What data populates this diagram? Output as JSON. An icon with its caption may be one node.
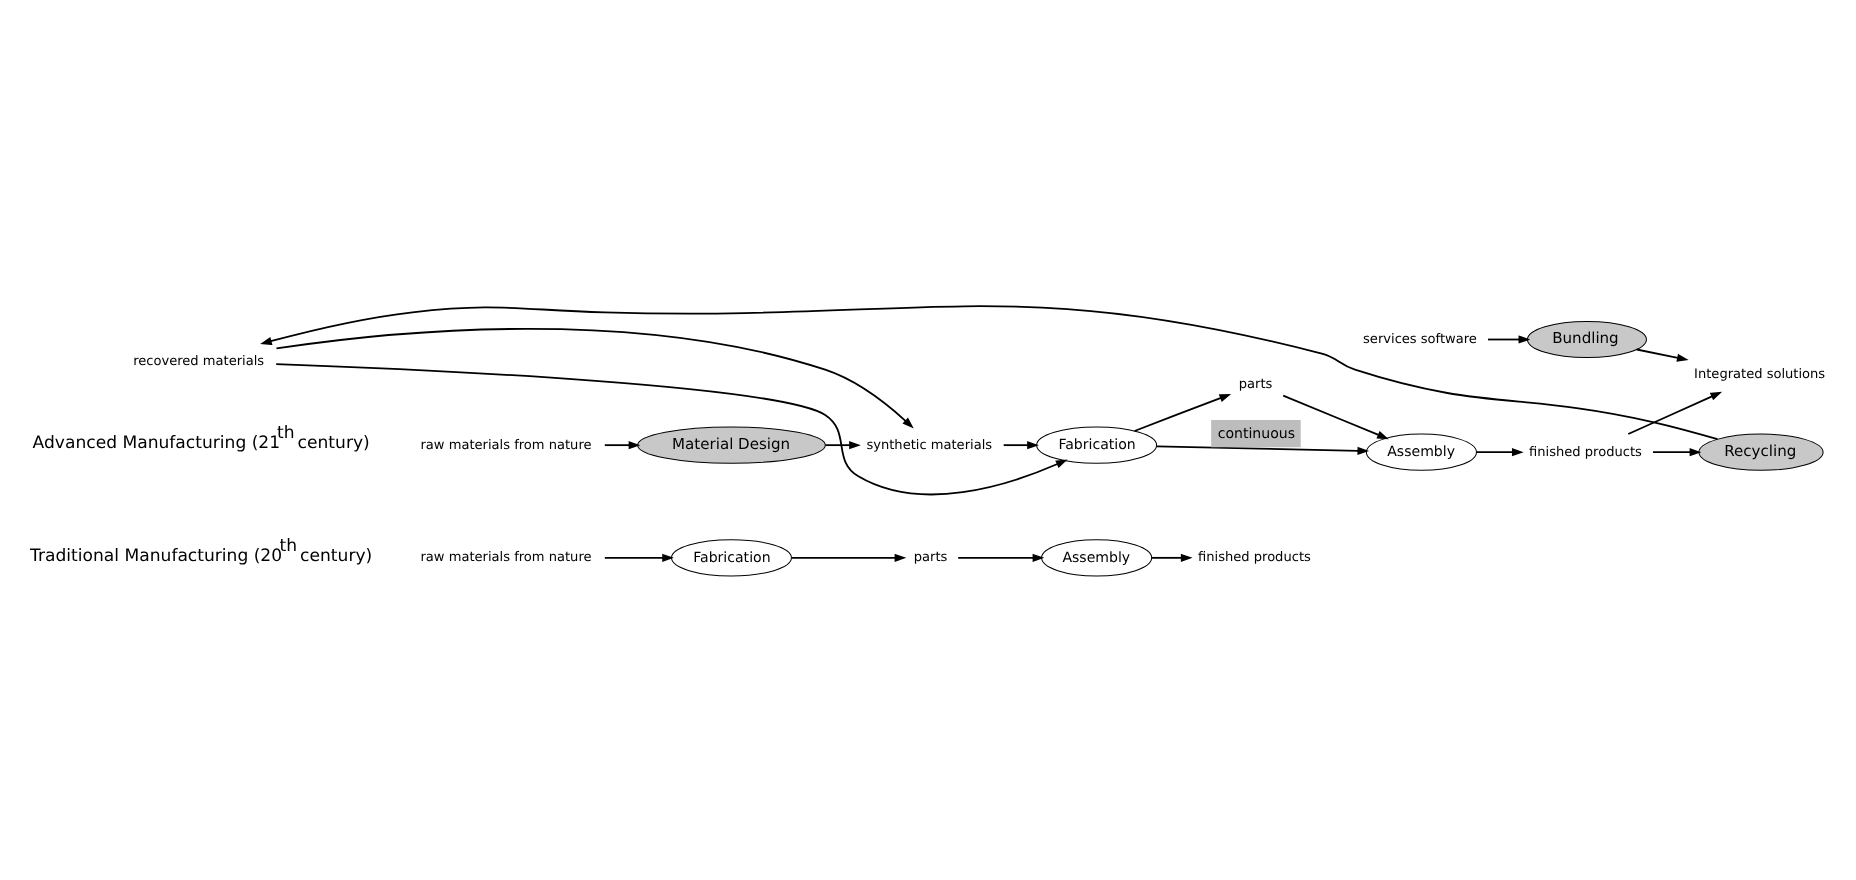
{
  "diagram": {
    "nodes": [
      {
        "text": [
          "raw materials from nature"
        ]
      },
      {
        "text": [
          "Fabrication"
        ]
      },
      {
        "text": [
          "parts"
        ]
      },
      {
        "text": [
          "Assembly"
        ]
      },
      {
        "text": [
          "finished products"
        ]
      },
      {
        "text": [
          "raw materials from nature"
        ]
      },
      {
        "text": [
          "Material Design"
        ]
      },
      {
        "text": [
          "synthetic materials"
        ]
      },
      {
        "text": [
          "Fabrication"
        ]
      },
      {
        "text": [
          "parts"
        ]
      },
      {
        "text": [
          "Assembly"
        ]
      },
      {
        "text": [
          "finished products"
        ]
      },
      {
        "text": [
          "services software"
        ]
      },
      {
        "text": [
          "Bundling"
        ]
      },
      {
        "text": [
          "Integrated solutions"
        ]
      },
      {
        "text": [
          "Recycling"
        ]
      },
      {
        "text": [
          "recovered materials"
        ]
      }
    ],
    "edges": [
      {
        "from": 0,
        "to": 1,
        "arrow": "to"
      },
      {
        "from": 1,
        "to": 2,
        "arrow": "to"
      },
      {
        "from": 2,
        "to": 3,
        "arrow": "to"
      },
      {
        "from": 3,
        "to": 4,
        "arrow": "to"
      },
      {
        "from": 5,
        "to": 6,
        "arrow": "to"
      },
      {
        "from": 6,
        "to": 7,
        "arrow": "to"
      },
      {
        "from": 7,
        "to": 8,
        "arrow": "to"
      },
      {
        "from": 8,
        "to": 9,
        "arrow": "to"
      },
      {
        "from": 9,
        "to": 10,
        "arrow": "to"
      },
      {
        "from": 8,
        "to": 10,
        "arrow": "to",
        "label": "continuous"
      },
      {
        "from": 10,
        "to": 11,
        "arrow": "to"
      },
      {
        "from": 12,
        "to": 13,
        "arrow": "to"
      },
      {
        "from": 13,
        "to": 14,
        "arrow": "to"
      },
      {
        "from": 11,
        "to": 14,
        "arrow": "to"
      },
      {
        "from": 11,
        "to": 15,
        "arrow": "to"
      },
      {
        "from": 15,
        "to": 16,
        "arrow": "to"
      },
      {
        "from": 16,
        "to": 7,
        "arrow": "to"
      },
      {
        "from": 16,
        "to": 8,
        "arrow": "to"
      }
    ],
    "labels": [
      "Traditional Manufacturing (20$^{th}$ century)",
      "Advanced Manufacturing (21$^{th}$ century)"
    ]
  }
}
